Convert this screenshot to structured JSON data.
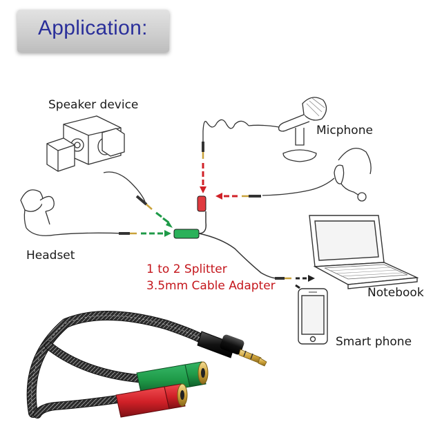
{
  "header": {
    "title": "Application:"
  },
  "labels": {
    "speaker": "Speaker device",
    "micphone": "Micphone",
    "headset": "Headset",
    "notebook": "Notebook",
    "smartphone": "Smart phone",
    "splitter_line1": "1 to 2 Splitter",
    "splitter_line2": "3.5mm Cable Adapter"
  },
  "colors": {
    "title_text": "#2a2f9a",
    "splitter_text": "#c4161c",
    "green_jack": "#1f9a48",
    "red_jack": "#d02027",
    "gold_plug": "#d8b14a"
  }
}
